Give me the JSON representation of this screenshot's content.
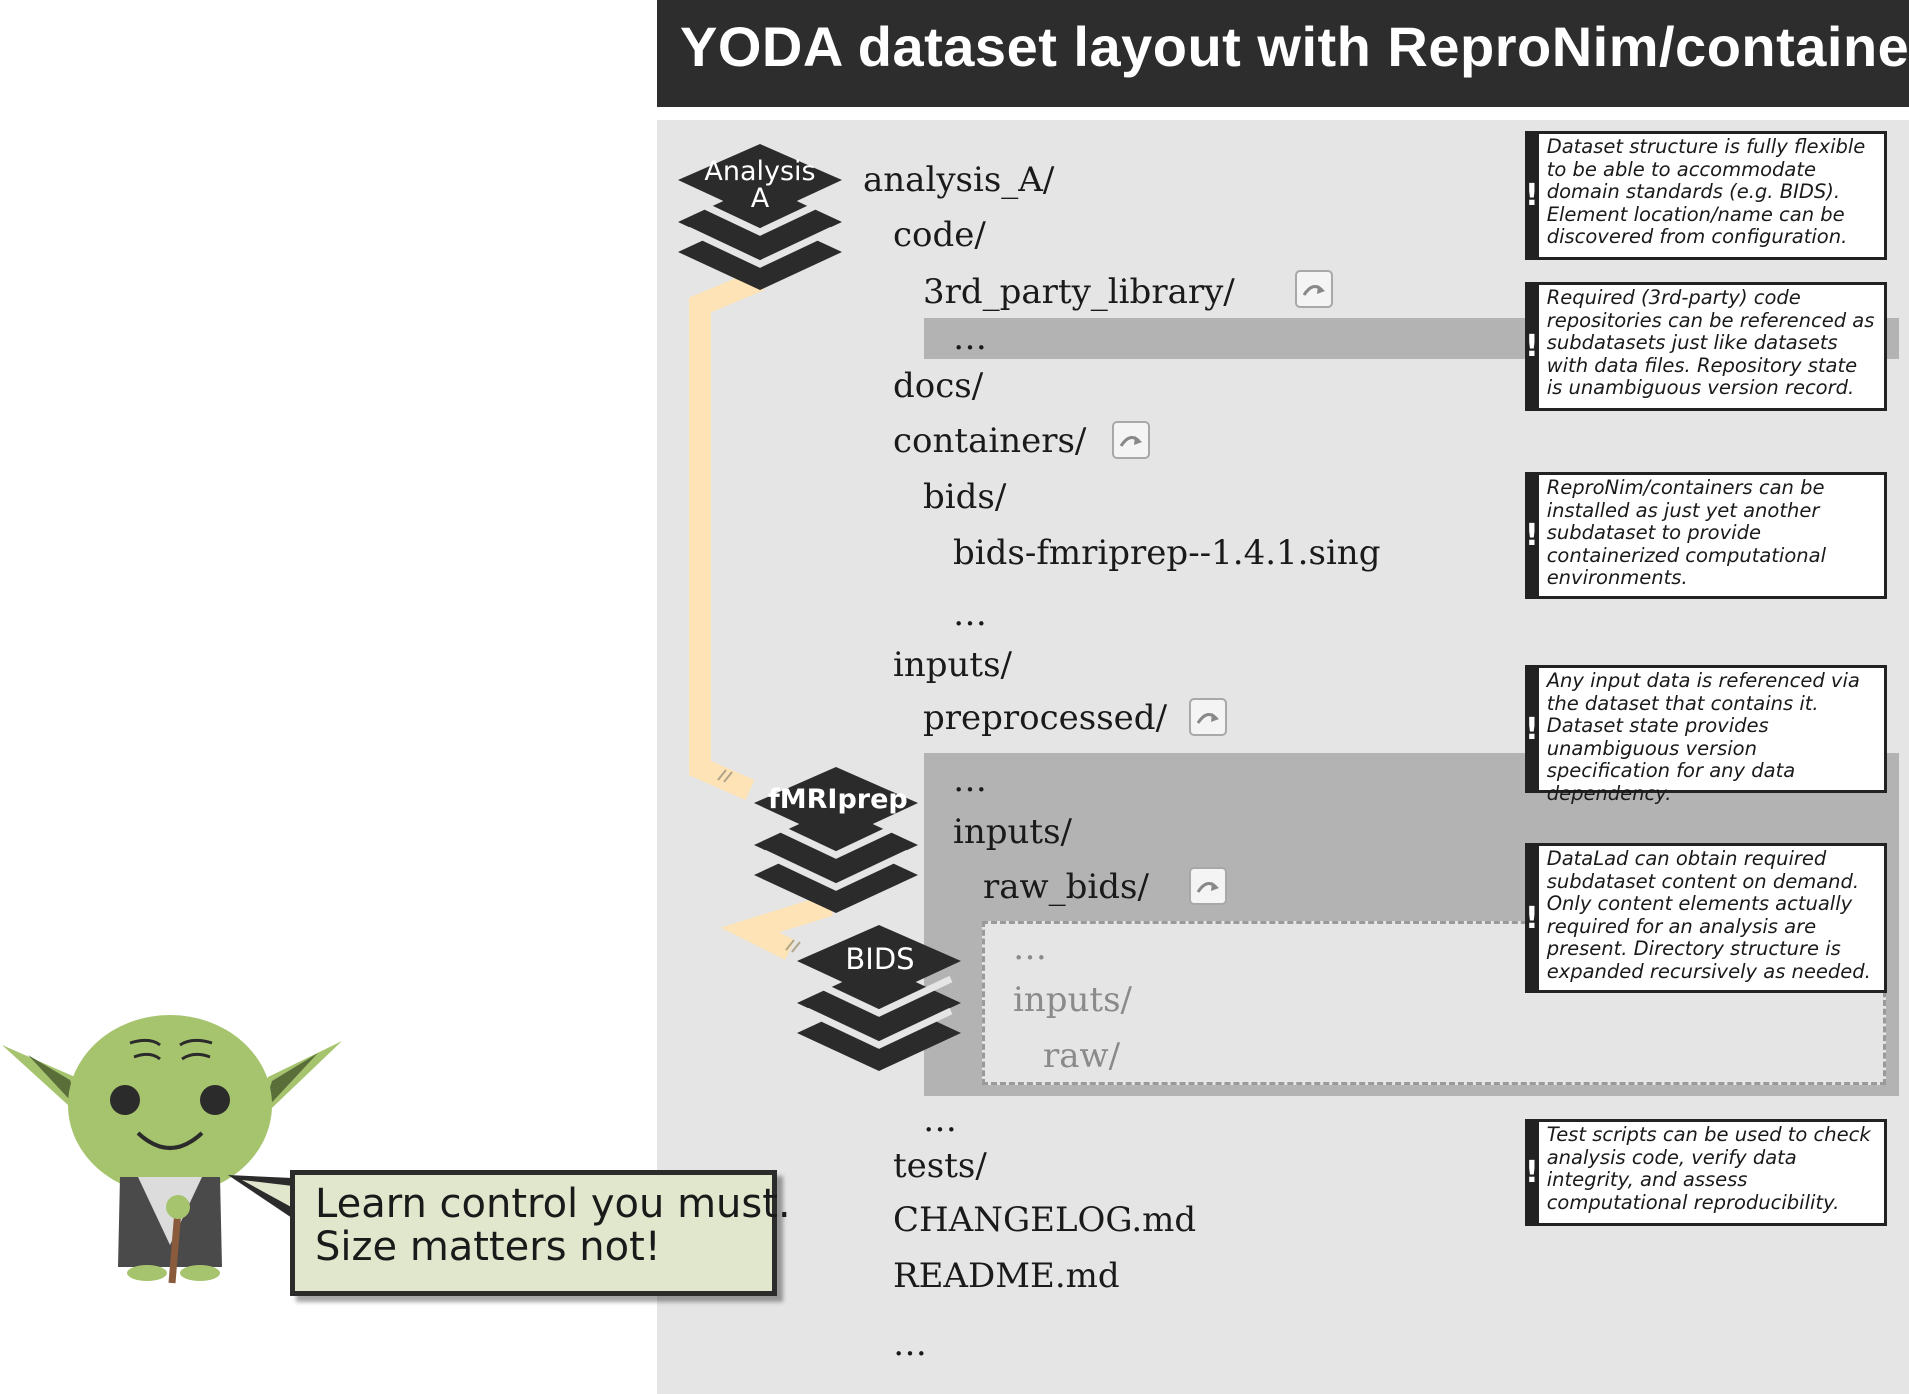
{
  "title": "YODA dataset layout with ReproNim/containers",
  "stacks": {
    "analysis": {
      "line1": "Analysis",
      "line2": "A"
    },
    "fmriprep": {
      "label": "fMRIprep"
    },
    "bids": {
      "label": "BIDS"
    }
  },
  "tree": [
    {
      "text": "analysis_A/"
    },
    {
      "text": "code/"
    },
    {
      "text": "3rd_party_library/"
    },
    {
      "text": "…"
    },
    {
      "text": "docs/"
    },
    {
      "text": "containers/"
    },
    {
      "text": "bids/"
    },
    {
      "text": "bids-fmriprep--1.4.1.sing"
    },
    {
      "text": "…"
    },
    {
      "text": "inputs/"
    },
    {
      "text": "preprocessed/"
    },
    {
      "text": "…"
    },
    {
      "text": "inputs/"
    },
    {
      "text": "raw_bids/"
    },
    {
      "text": "…"
    },
    {
      "text": "inputs/"
    },
    {
      "text": "raw/"
    },
    {
      "text": "…"
    },
    {
      "text": "tests/"
    },
    {
      "text": "CHANGELOG.md"
    },
    {
      "text": "README.md"
    },
    {
      "text": "…"
    }
  ],
  "notes": [
    {
      "text": "Dataset structure is fully flexible to be able to accommodate domain standards (e.g. BIDS). Element location/name can be discovered from configuration."
    },
    {
      "text": "Required (3rd-party) code repositories can be referenced as subdatasets just like datasets with data files. Repository state is unambiguous version record."
    },
    {
      "text": "ReproNim/containers can be installed as just yet another subdataset to provide containerized computational environments."
    },
    {
      "text": "Any input data is referenced via the dataset that contains it. Dataset state provides unambiguous version specification for any data dependency."
    },
    {
      "text": "DataLad can obtain required subdataset content on demand. Only content elements actually required for an analysis are present. Directory structure is expanded recursively as needed."
    },
    {
      "text": "Test scripts can be used to check analysis code, verify data integrity, and assess computational reproducibility."
    }
  ],
  "bubble": {
    "line1": "Learn control you must.",
    "line2": "Size matters not!"
  },
  "colors": {
    "title_bg": "#2d2d2d",
    "panel": "#e5e5e5",
    "band": "#b3b3b3",
    "connector": "#fde3b5",
    "yoda_green": "#a6c46e",
    "bubble_bg": "#e0e7cd"
  }
}
